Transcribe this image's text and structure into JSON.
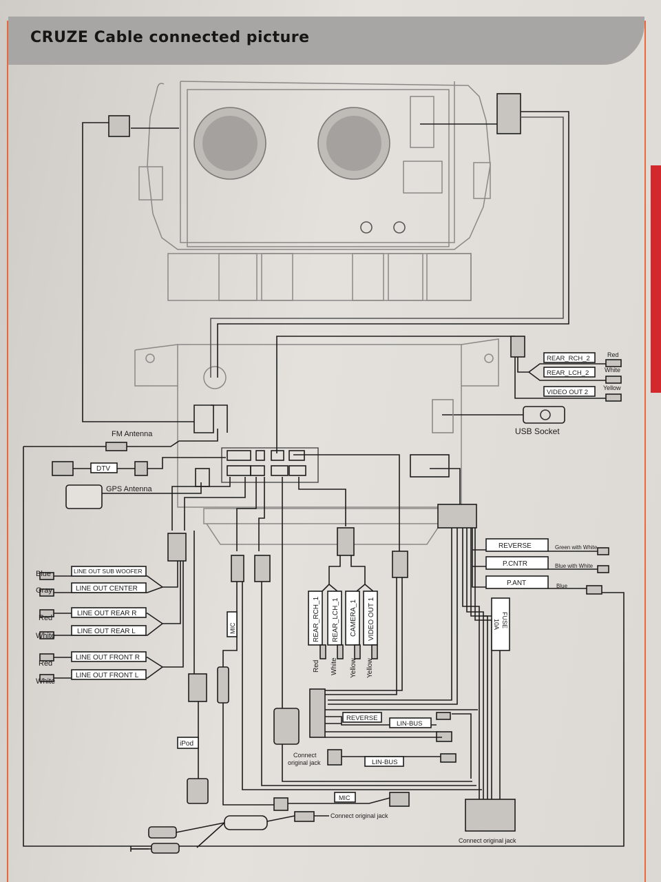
{
  "header": {
    "title": "CRUZE Cable connected picture"
  },
  "colors": {
    "accent_border": "#e8683c",
    "header_band": "#a8a6a4",
    "side_tab": "#d4292c",
    "line": "#1c1c1c",
    "faded": "#8a8886"
  },
  "labels": {
    "fm_antenna": "FM Antenna",
    "dtv": "DTV",
    "gps_antenna": "GPS Antenna",
    "usb_socket": "USB Socket",
    "rear_rch_2": "REAR_RCH_2",
    "rear_lch_2": "REAR_LCH_2",
    "video_out_2": "VIDEO OUT 2",
    "red": "Red",
    "white": "White",
    "yellow": "Yellow",
    "blue": "Blue",
    "gray": "Gray",
    "line_out_sub_woofer": "LINE OUT SUB WOOFER",
    "line_out_center": "LINE OUT CENTER",
    "line_out_rear_r": "LINE OUT REAR R",
    "line_out_rear_l": "LINE OUT REAR L",
    "line_out_front_r": "LINE OUT FRONT R",
    "line_out_front_l": "LINE OUT FRONT L",
    "rear_rch_1": "REAR_RCH_1",
    "rear_lch_1": "REAR_LCH_1",
    "camera_1": "CAMERA_1",
    "video_out_1": "VIDEO OUT 1",
    "reverse": "REVERSE",
    "p_cntr": "P.CNTR",
    "p_ant": "P.ANT",
    "green_with_white": "Green with White",
    "blue_with_white": "Blue with White",
    "fuse": "FUSE",
    "fuse_rating": "10A",
    "mic": "MIC",
    "ipod": "iPod",
    "lin_bus": "LIN-BUS",
    "connect_original_jack": "Connect original jack",
    "connect_original_jack_1": "Connect",
    "connect_original_jack_2": "original jack"
  }
}
